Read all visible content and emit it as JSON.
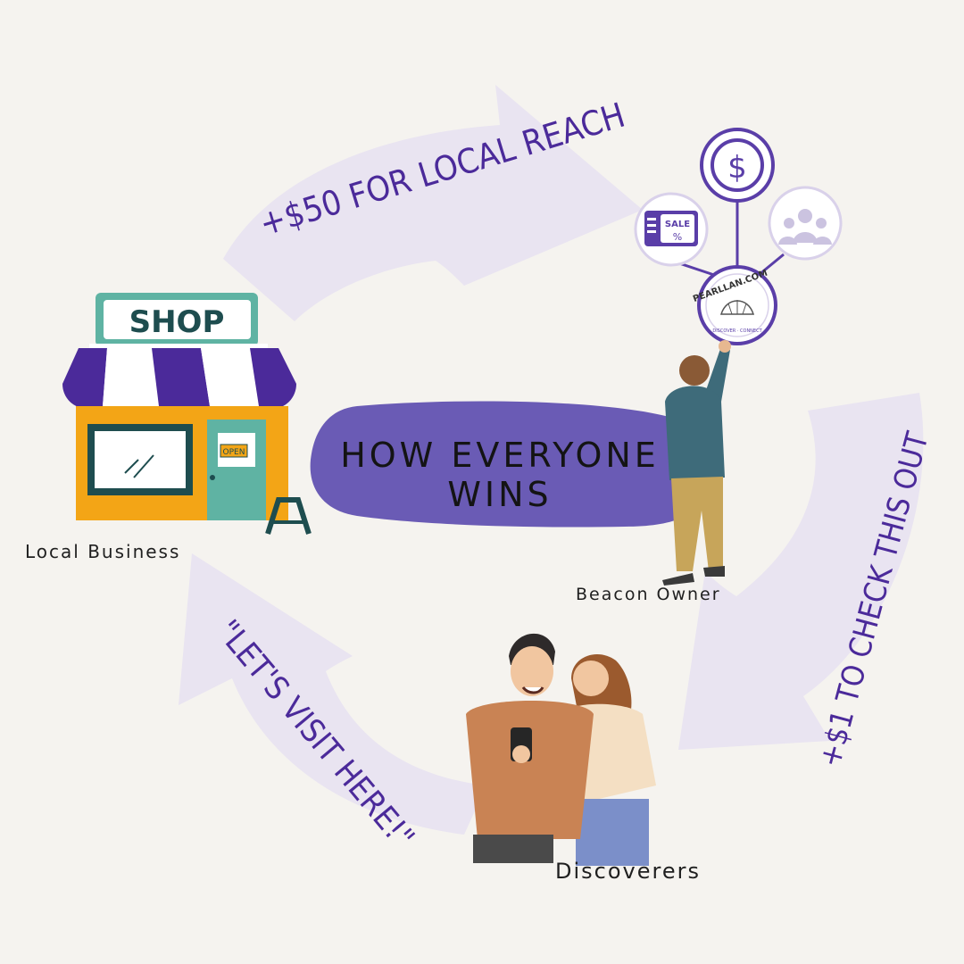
{
  "center": {
    "title": "HOW EVERYONE WINS"
  },
  "arrows": {
    "top": "+$50 FOR LOCAL REACH",
    "right": "+$1 TO CHECK THIS OUT",
    "left": "\"LET'S VISIT HERE!\""
  },
  "nodes": {
    "business": {
      "label": "Local Business",
      "sign": "SHOP",
      "door_sign": "OPEN"
    },
    "beacon": {
      "label": "Beacon Owner",
      "logo_text": "PEARLLAN.COM",
      "tagline": "DISCOVER · CONNECT",
      "sale_text": "SALE",
      "percent": "%",
      "dollar": "$"
    },
    "discoverers": {
      "label": "Discoverers"
    }
  },
  "colors": {
    "background": "#f5f3ef",
    "arrow_fill": "#e9e4f1",
    "arrow_text": "#4b2a9a",
    "center_blob": "#6a5bb5",
    "awning_purple": "#4b2a9a",
    "shop_orange": "#f3a516",
    "shop_teal": "#5fb3a3"
  }
}
